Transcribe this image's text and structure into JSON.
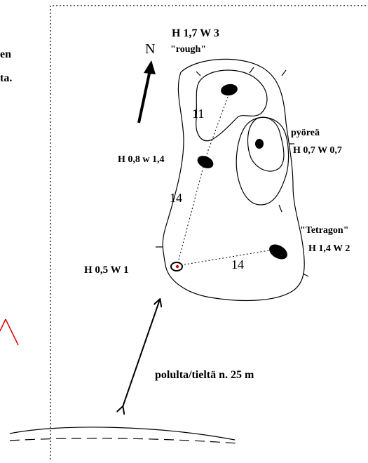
{
  "cut_text": {
    "line1": "en",
    "line2": "ta."
  },
  "north": "N",
  "stones": {
    "top": {
      "size": "H 1,7 W 3",
      "name": "\"rough\""
    },
    "round": {
      "name": "pyöreä",
      "size": "H 0,7 W 0,7"
    },
    "left": {
      "size": "H 0,8 w 1,4"
    },
    "bottom": {
      "size": "H 0,5 W 1"
    },
    "tetra": {
      "name": "\"Tetragon\"",
      "size": "H 1,4 W 2"
    }
  },
  "distances": {
    "top_left": "11",
    "left_bottom": "14",
    "bottom_tetra": "14"
  },
  "path_distance": "polulta/tieltä n. 25 m",
  "colors": {
    "ink": "#000000",
    "accent": "#e00000"
  }
}
